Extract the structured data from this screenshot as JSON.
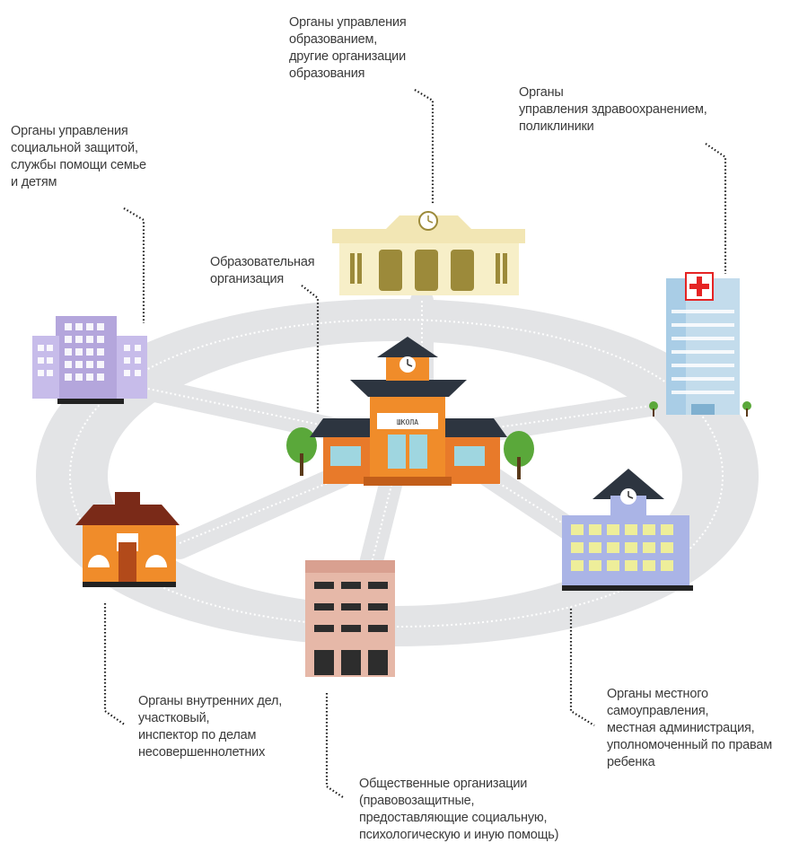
{
  "school_sign": "ШКОЛА",
  "labels": {
    "education": [
      "Органы управления",
      "образованием,",
      "другие организации",
      "образования"
    ],
    "health": [
      "Органы",
      "управления здравоохранением,",
      "поликлиники"
    ],
    "social": [
      "Органы управления",
      "социальной защитой,",
      "службы помощи семье",
      "и детям"
    ],
    "school": [
      "Образовательная",
      "организация"
    ],
    "police": [
      "Органы внутренних дел,",
      "участковый,",
      "инспектор по делам",
      "несовершеннолетних"
    ],
    "public": [
      "Общественные организации",
      "(правовозащитные,",
      "предоставляющие социальную,",
      "психологическую и иную помощь)"
    ],
    "local_gov": [
      "Органы местного",
      "самоуправления,",
      "местная администрация,",
      "уполномоченный по правам",
      "ребенка"
    ]
  },
  "icons": {
    "education": "university-building-icon",
    "health": "hospital-building-icon",
    "social": "social-services-building-icon",
    "school": "school-building-icon",
    "police": "police-station-icon",
    "public": "public-organization-building-icon",
    "local_gov": "town-hall-icon"
  },
  "colors": {
    "ring": "#e3e4e6",
    "dots": "#ffffff",
    "leader": "#1a1a1a",
    "label_text": "#3a3a3a",
    "school_orange": "#e87a2a",
    "roof_dark": "#2d3540",
    "education_cream": "#f2e6b4",
    "education_olive": "#9c8a3a",
    "social_lilac": "#b4a6dc",
    "hospital_blue": "#c3dcec",
    "police_orange": "#f08c2a",
    "police_brown": "#7a2a18",
    "public_pink": "#e6b8a8",
    "town_periwinkle": "#aab4e6",
    "town_window": "#eeee9a",
    "tree_green": "#5aa83a",
    "red_cross": "#e52424"
  }
}
